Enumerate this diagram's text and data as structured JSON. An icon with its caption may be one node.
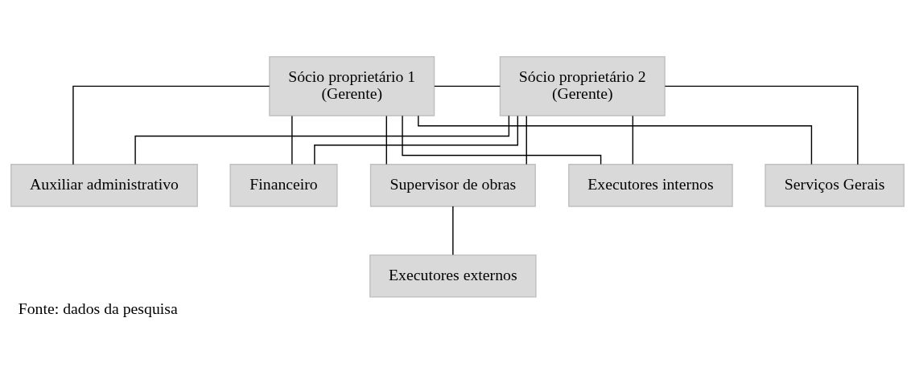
{
  "diagram": {
    "caption": "Fonte: dados da pesquisa",
    "nodes": [
      {
        "text": [
          "Sócio proprietário 1",
          "(Gerente)"
        ]
      },
      {
        "text": [
          "Sócio proprietário 2",
          "(Gerente)"
        ]
      },
      {
        "text": [
          "Serviços Gerais"
        ]
      },
      {
        "text": [
          "Auxiliar administrativo"
        ]
      },
      {
        "text": [
          "Financeiro"
        ]
      },
      {
        "text": [
          "Supervisor de obras"
        ]
      },
      {
        "text": [
          "Executores internos"
        ]
      },
      {
        "text": [
          "Executores externos"
        ]
      }
    ],
    "edges": [
      {
        "from": 0,
        "to": 1,
        "arrow": "none"
      },
      {
        "from": 0,
        "to": 2,
        "arrow": "none"
      },
      {
        "from": 1,
        "to": 2,
        "arrow": "none"
      },
      {
        "from": 0,
        "to": 3,
        "arrow": "none"
      },
      {
        "from": 1,
        "to": 3,
        "arrow": "none"
      },
      {
        "from": 0,
        "to": 4,
        "arrow": "none"
      },
      {
        "from": 1,
        "to": 4,
        "arrow": "none"
      },
      {
        "from": 0,
        "to": 5,
        "arrow": "none"
      },
      {
        "from": 1,
        "to": 5,
        "arrow": "none"
      },
      {
        "from": 0,
        "to": 6,
        "arrow": "none"
      },
      {
        "from": 1,
        "to": 6,
        "arrow": "none"
      },
      {
        "from": 5,
        "to": 7,
        "arrow": "none"
      }
    ]
  }
}
